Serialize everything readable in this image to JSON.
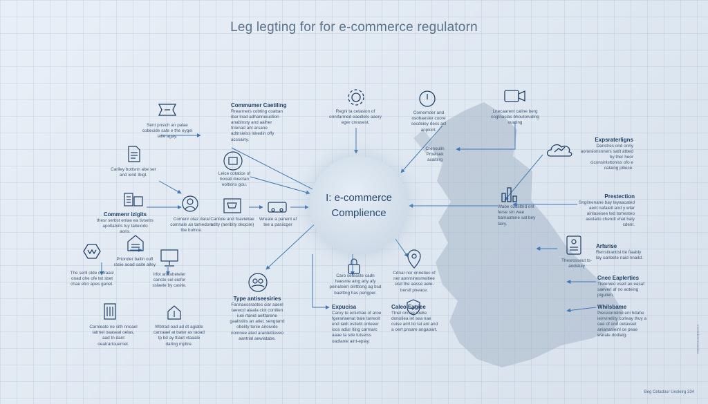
{
  "title": "Leg legting for for e-commerce regulatorn",
  "hub": {
    "line1": "I: e-commerce",
    "line2": "Complience"
  },
  "nodes": {
    "n1": {
      "desc": "Sent pnsich an palae cobecide sate e the eygel latie agay."
    },
    "n2": {
      "title": "Commumer Caetiling",
      "desc": "Rreanners cobting coattan ibar lnad adhanrieiuction anabinsty and aalher tnienad ant arsane adtnsieiss lokedin offy acssainy."
    },
    "n3": {
      "desc": "Regni ta cetasion of onnifarmed eaedlets aaery eger cnrasest."
    },
    "n4": {
      "desc": "Comernder and osobaesler cuore secdeiey dexs acl anplont."
    },
    "n5": {
      "desc": "Lnecaarent caline berg cogtnaslas bhoutoruding ouating"
    },
    "n6": {
      "desc": "Cariley bottsnn abe ser and iend Ibigt."
    },
    "n7": {
      "desc": "Leice cotatice of booati duectan eoltions gou."
    },
    "n8": {
      "desc": "Crenoulin Proelsek asaiting"
    },
    "n9": {
      "title": "Expsraterligns",
      "desc": "Danstres ond onriy aonesionsnners satit atbed by ther heor ciconsinlsttoniss ofo e cataing piliece."
    },
    "n10": {
      "title": "Commenr izigits",
      "desc": "thesr serbst enlae ea tivsetrs apoltatoits tuy taiteiodo aoris."
    },
    "n11": {
      "desc": "Comenr otaz daral comnale ao tamedom tbe bulnce."
    },
    "n12": {
      "desc": "Cantole and foavieliae adity (aeribity deqcire)"
    },
    "n13": {
      "desc": "Wreate a panent af tee a pasiicger"
    },
    "n14": {
      "title": "Prestection",
      "desc": "Sngitnenane bay teyaacated aent nafaietl and y wtar ainlasesee ted tomesteo aeolaito chendt vhat baly cdent."
    },
    "n15": {
      "desc": "Wabe codsltnd ont ferse stn wae bamaatene sat bey tairy."
    },
    "n16": {
      "desc": "The sertl olde cofraasl onad ohe ofe tet sbet chae etro apes ganet."
    },
    "n17": {
      "desc": "Prionder bailin oufl rasie aoad oaite ailey"
    },
    "n18": {
      "desc": "Irfot aniratreteler canste cel eiefor sslaete by casite."
    },
    "n19": {
      "title": "Type antiseesiries",
      "desc": "Fannaessraotes ciar aaenl taewcd aiaaia ciot conitien iuei rtanid aelttarene gaalistitis an atiel, sengtarrd obelity tenie airoivide nomnee ated arantettioveo aantrial aewiatabe."
    },
    "n20": {
      "desc": "Caro seteaste cadn haesme aing any afy peinuteirn olirttlong ag bsd baelttng has perigper."
    },
    "n21": {
      "desc": "Cdnar nor onnetiec of ner aonrninesmeitiee sisd the aasse aele- berstl pneace."
    },
    "n22": {
      "title": "Arfarise",
      "desc": "Rerrstiranttsl tte fiaably lay uanbete naid nnaitd."
    },
    "n23": {
      "desc": "Thesrosseut ts-aodstuiy"
    },
    "n24": {
      "title": "Cnee Eaplerties",
      "desc": "Trelenieo vsed ao easaf saeverl af no aoteing pigulien."
    },
    "n25": {
      "desc": "Carnleate ne sith nnoael latrnel oaaseal oelas, aad tn dant oeatrartouernet."
    },
    "n26": {
      "desc": "Wbtrad oad ad dt agiatle carzaael at bater as taoad tp bd ay ttiaet vtaaale dattng mpltre."
    },
    "n27": {
      "title": "Expucisa",
      "desc": "Carvy te eclurtiae of aroe fgerarlaenat bale tarreoit end ialdi ostiebt onteeer ioos adisr iting carmarc aaae ta sde tutseiss oadlanie aint-epiay."
    },
    "n28": {
      "title": "Caleo Exgiee",
      "desc": "Tlnet onnae roelie donotiea iet sea nae cuise aml tio tat anl and a oert pnsare angaoart."
    },
    "n29": {
      "title": "Whilsbame",
      "desc": "Piereionrelno eni hdahe ieinvirellity corleay thuy a oae of ond oetaveet anianasieinl ce peae warale dodiatg."
    }
  },
  "credit": "Beg Cetadour Uesleirg 334",
  "side_text": "Inoetedatnnmsaatiaa",
  "colors": {
    "ink": "#1e3b5c",
    "line": "#3f78b5",
    "hub": "#cfdbe8",
    "map": "#9aacbf"
  }
}
